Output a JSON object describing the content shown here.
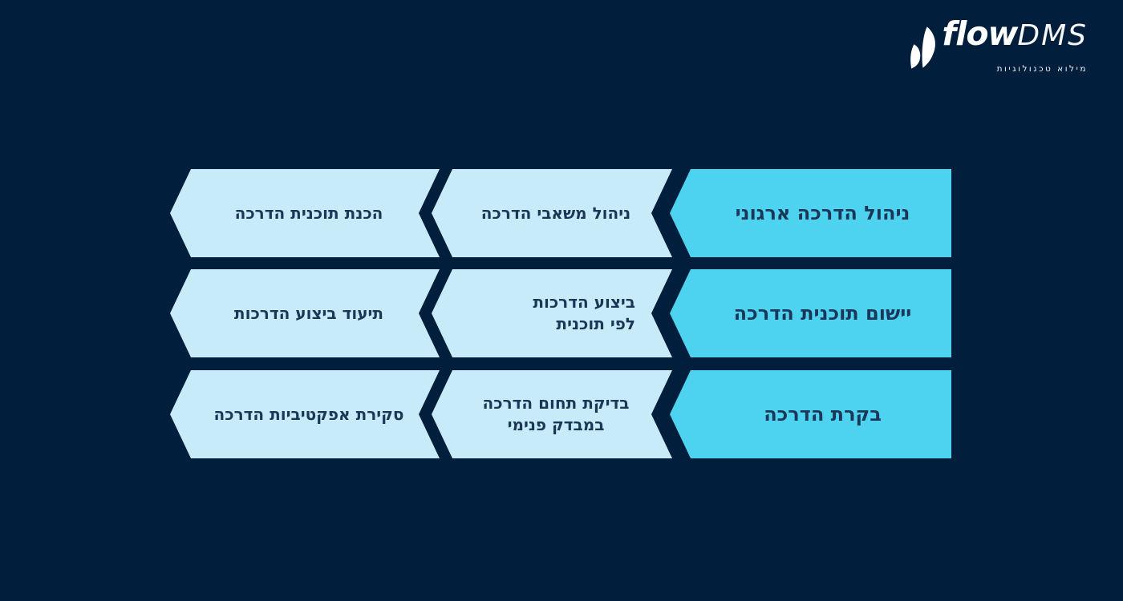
{
  "colors": {
    "background": "#021E3D",
    "primary_step": "#4DD3EF",
    "secondary_step": "#C7EBF8",
    "step_text": "#1B3757",
    "logo_text": "#FFFFFF"
  },
  "logo": {
    "brand_bold": "flow",
    "brand_light": "DMS",
    "tagline": "מילוא טכנולוגיות",
    "icon": "flow-leaf-icon"
  },
  "diagram": {
    "direction": "rtl",
    "type": "process-flow-chevrons",
    "rows": [
      {
        "main": "ניהול הדרכה ארגוני",
        "steps": [
          "ניהול משאבי הדרכה",
          "הכנת תוכנית הדרכה"
        ]
      },
      {
        "main": "יישום תוכנית הדרכה",
        "steps": [
          "ביצוע הדרכות\nלפי תוכנית",
          "תיעוד ביצוע הדרכות"
        ]
      },
      {
        "main": "בקרת הדרכה",
        "steps": [
          "בדיקת תחום הדרכה\nבמבדק פנימי",
          "סקירת אפקטיביות הדרכה"
        ]
      }
    ]
  }
}
